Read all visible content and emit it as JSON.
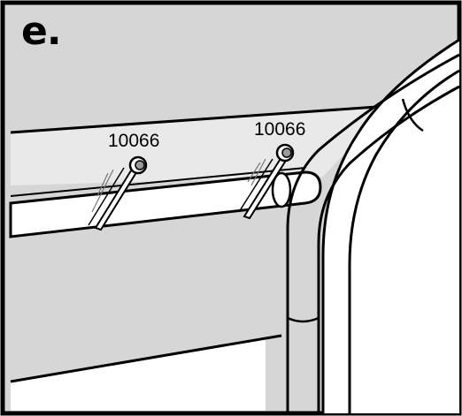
{
  "step": {
    "label": "e."
  },
  "parts": {
    "left_clip": {
      "number": "10066"
    },
    "right_clip": {
      "number": "10066"
    }
  },
  "colors": {
    "outline": "#000000",
    "panel_gray": "#d6d6d6",
    "light_gray": "#e9e9e9",
    "white": "#ffffff"
  }
}
